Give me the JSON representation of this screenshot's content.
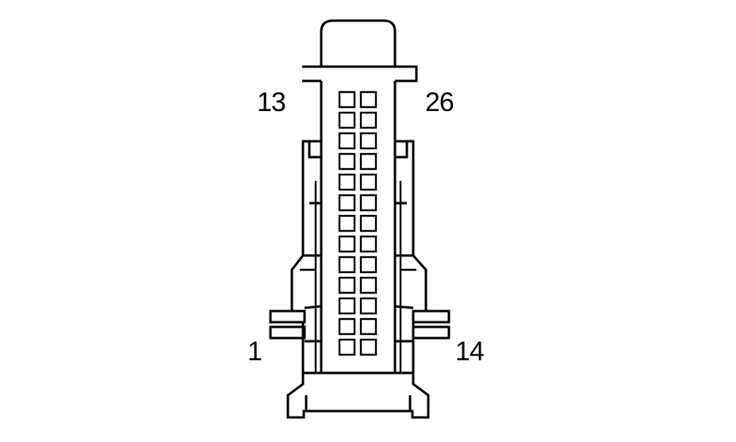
{
  "connector": {
    "cavity_rows": 13,
    "cavity_columns": 2,
    "pin_labels": {
      "top_left": "13",
      "top_right": "26",
      "bottom_left": "1",
      "bottom_right": "14"
    }
  },
  "colors": {
    "line": "#000000",
    "background": "#ffffff"
  }
}
